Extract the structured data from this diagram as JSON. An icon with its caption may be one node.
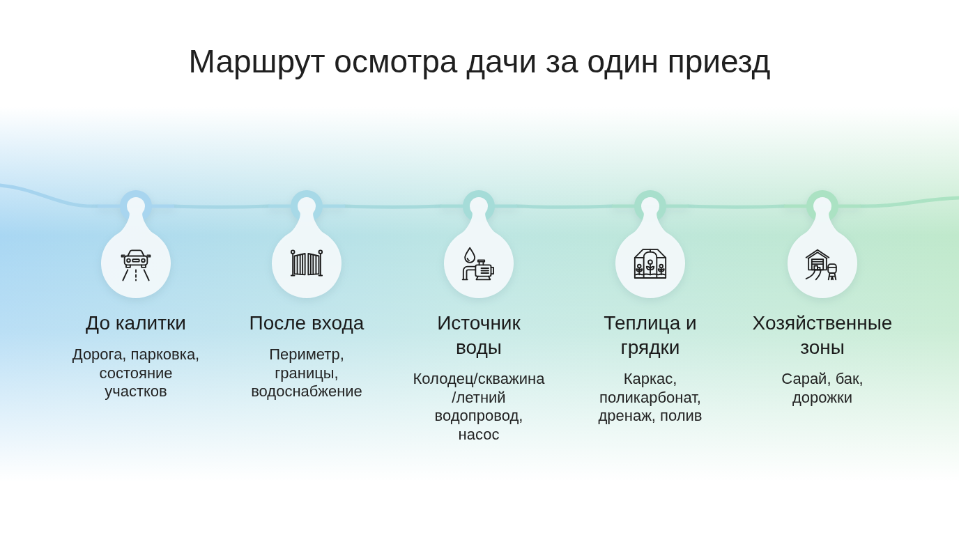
{
  "diagram": {
    "title": "Маршрут осмотра дачи за один приезд",
    "nodes": [
      {
        "text": [
          "До калитки",
          "Дорога, парковка, состояние участков"
        ]
      },
      {
        "text": [
          "После входа",
          "Периметр, границы, водоснабжение"
        ]
      },
      {
        "text": [
          "Источник воды",
          "Колодец/скважина /летний водопровод, насос"
        ]
      },
      {
        "text": [
          "Теплица и грядки",
          "Каркас, поликарбонат, дренаж, полив"
        ]
      },
      {
        "text": [
          "Хозяйственные зоны",
          "Сарай, бак, дорожки"
        ]
      }
    ],
    "edges": [
      {
        "from": null,
        "to": 0,
        "arrow": "none"
      },
      {
        "from": 0,
        "to": 1,
        "arrow": "none"
      },
      {
        "from": 1,
        "to": 2,
        "arrow": "none"
      },
      {
        "from": 2,
        "to": 3,
        "arrow": "none"
      },
      {
        "from": 3,
        "to": 4,
        "arrow": "none"
      },
      {
        "from": 4,
        "to": null,
        "arrow": "none"
      }
    ]
  }
}
